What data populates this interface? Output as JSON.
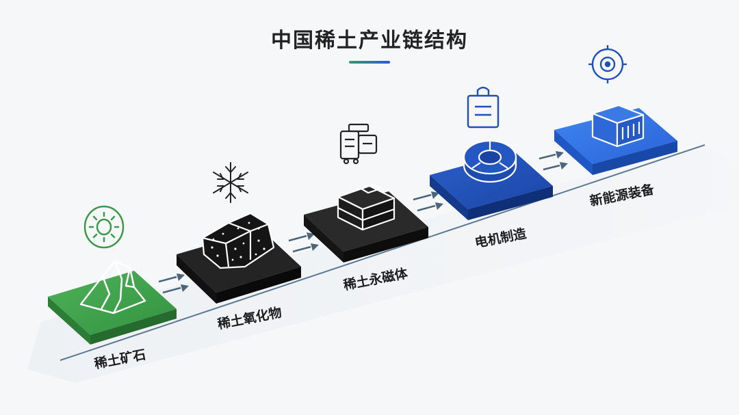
{
  "title": "中国稀土产业链结构",
  "accent_colors": {
    "green": "#3a9a48",
    "black": "#1e1e1e",
    "blue": "#1f4fb8",
    "bright_blue": "#2a6ce0",
    "line": "#5b7890"
  },
  "stages": [
    {
      "label": "稀土矿石",
      "color": "#3a9a48",
      "platform_object": "mountain-icon",
      "top_icon": "sun-disc-icon"
    },
    {
      "label": "稀土氧化物",
      "color": "#1e1e1e",
      "platform_object": "ore-rock-icon",
      "top_icon": "snowflake-icon"
    },
    {
      "label": "稀土永磁体",
      "color": "#1e1e1e",
      "platform_object": "magnet-block-icon",
      "top_icon": "machine-icon"
    },
    {
      "label": "电机制造",
      "color": "#1f4fb8",
      "platform_object": "motor-ring-icon",
      "top_icon": "clipboard-icon"
    },
    {
      "label": "新能源装备",
      "color": "#2a6ce0",
      "platform_object": "battery-box-icon",
      "top_icon": "target-icon"
    }
  ]
}
